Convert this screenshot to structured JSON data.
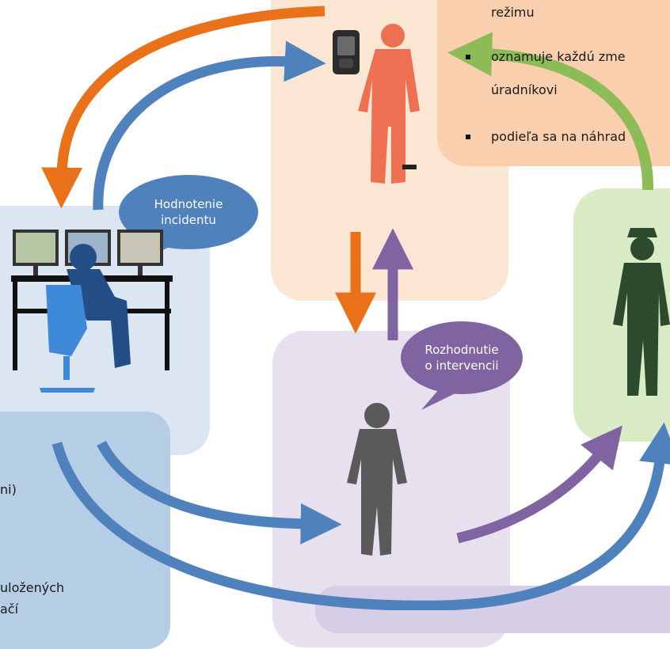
{
  "bubbles": {
    "incident_line1": "Hodnotenie",
    "incident_line2": "incidentu",
    "intervention_line1": "Rozhodnutie",
    "intervention_line2": "o intervencii"
  },
  "top_right_list": {
    "line_rezimu": "režimu",
    "item_2a": "oznamuje každú zme",
    "item_2b": "úradníkovi",
    "item_3": "podieľa sa na náhrad"
  },
  "left_list": {
    "fragment_1": "ni)",
    "fragment_2": "uložených",
    "fragment_3": "ačí"
  },
  "colors": {
    "orange_arrow": "#e8711a",
    "blue_arrow": "#4f81bd",
    "purple_arrow": "#8064a2",
    "green_arrow": "#8cbb58",
    "bubble_blue": "#4f81bd",
    "bubble_purple": "#8064a2"
  }
}
